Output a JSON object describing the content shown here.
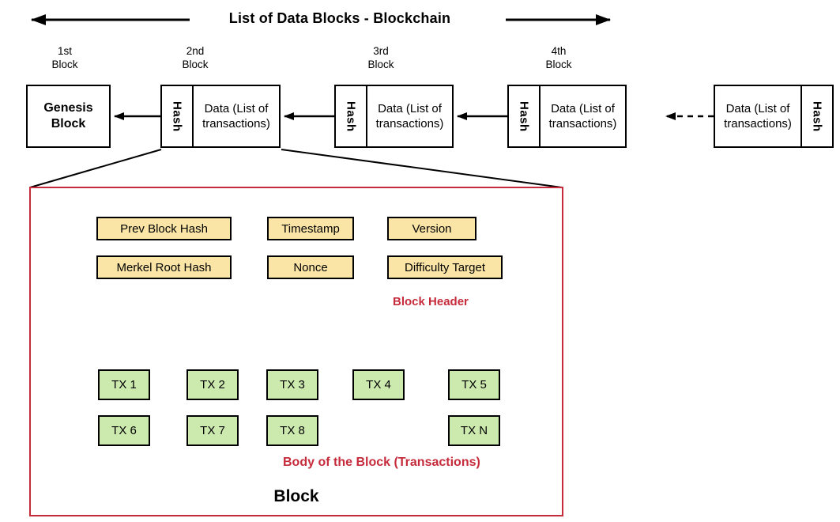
{
  "title": "List of Data Blocks - Blockchain",
  "chain": {
    "ordinals": [
      {
        "position": "1st",
        "label": "Block"
      },
      {
        "position": "2nd",
        "label": "Block"
      },
      {
        "position": "3rd",
        "label": "Block"
      },
      {
        "position": "4th",
        "label": "Block"
      }
    ],
    "genesis_label": "Genesis Block",
    "blocks": [
      {
        "hash": "Hash",
        "data": "Data (List of transactions)"
      },
      {
        "hash": "Hash",
        "data": "Data (List of transactions)"
      },
      {
        "hash": "Hash",
        "data": "Data (List of transactions)"
      },
      {
        "hash": "Hash",
        "data": "Data (List of transactions)"
      }
    ]
  },
  "block_detail": {
    "header": {
      "label": "Block Header",
      "fields": [
        "Prev Block Hash",
        "Timestamp",
        "Version",
        "Merkel Root Hash",
        "Nonce",
        "Difficulty Target"
      ]
    },
    "body": {
      "label": "Body of the Block (Transactions)",
      "transactions": [
        "TX 1",
        "TX 2",
        "TX 3",
        "TX 4",
        "TX 5",
        "TX 6",
        "TX 7",
        "TX 8",
        "TX N"
      ]
    },
    "block_label": "Block"
  },
  "colors": {
    "red": "#C62B3B",
    "purple": "#8C4FA0",
    "field_yellow": "#FAE5A6",
    "tx_green": "#CCE9AE",
    "line_black": "#000000"
  }
}
